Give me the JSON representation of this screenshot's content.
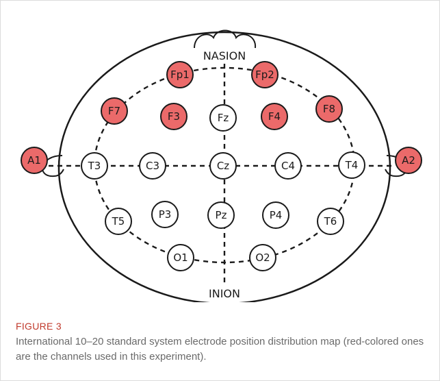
{
  "figure": {
    "labels": {
      "top": "NASION",
      "bottom": "INION"
    },
    "electrodes": [
      {
        "id": "Fp1",
        "label": "Fp1",
        "selected": true
      },
      {
        "id": "Fp2",
        "label": "Fp2",
        "selected": true
      },
      {
        "id": "F7",
        "label": "F7",
        "selected": true
      },
      {
        "id": "F3",
        "label": "F3",
        "selected": true
      },
      {
        "id": "Fz",
        "label": "Fz",
        "selected": false
      },
      {
        "id": "F4",
        "label": "F4",
        "selected": true
      },
      {
        "id": "F8",
        "label": "F8",
        "selected": true
      },
      {
        "id": "A1",
        "label": "A1",
        "selected": true
      },
      {
        "id": "T3",
        "label": "T3",
        "selected": false
      },
      {
        "id": "C3",
        "label": "C3",
        "selected": false
      },
      {
        "id": "Cz",
        "label": "Cz",
        "selected": false
      },
      {
        "id": "C4",
        "label": "C4",
        "selected": false
      },
      {
        "id": "T4",
        "label": "T4",
        "selected": false
      },
      {
        "id": "A2",
        "label": "A2",
        "selected": true
      },
      {
        "id": "T5",
        "label": "T5",
        "selected": false
      },
      {
        "id": "P3",
        "label": "P3",
        "selected": false
      },
      {
        "id": "Pz",
        "label": "Pz",
        "selected": false
      },
      {
        "id": "P4",
        "label": "P4",
        "selected": false
      },
      {
        "id": "T6",
        "label": "T6",
        "selected": false
      },
      {
        "id": "O1",
        "label": "O1",
        "selected": false
      },
      {
        "id": "O2",
        "label": "O2",
        "selected": false
      }
    ],
    "colors": {
      "selected_fill": "#eb6a6a",
      "unselected_fill": "#ffffff",
      "outline": "#1a1a1a"
    }
  },
  "caption": {
    "label": "FIGURE 3",
    "text": "International 10–20 standard system electrode position distribution map (red-colored ones are the channels used in this experiment)."
  }
}
